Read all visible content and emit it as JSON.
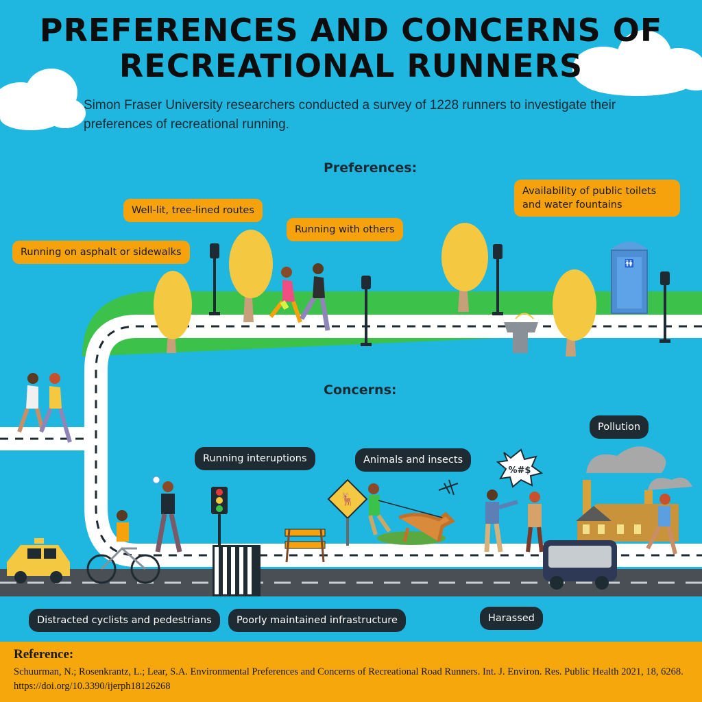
{
  "title": {
    "line1": "PREFERENCES AND CONCERNS OF",
    "line2": "RECREATIONAL RUNNERS"
  },
  "intro": "Simon Fraser University researchers conducted a survey of 1228 runners to investigate their preferences of recreational running.",
  "preferences": {
    "heading": "Preferences:",
    "items": [
      "Running on asphalt or sidewalks",
      "Well-lit, tree-lined routes",
      "Running with others",
      "Availability of public toilets and water fountains"
    ]
  },
  "concerns": {
    "heading": "Concerns:",
    "items": [
      "Pollution",
      "Running interuptions",
      "Animals and insects",
      "Distracted cyclists and pedestrians",
      "Poorly maintained infrastructure",
      "Harassed"
    ]
  },
  "swear_text": "%#$",
  "reference": {
    "heading": "Reference:",
    "text": "Schuurman, N.; Rosenkrantz, L.; Lear, S.A. Environmental Preferences and Concerns of Recreational Road Runners. Int. J. Environ. Res. Public Health 2021, 18, 6268. https://doi.org/10.3390/ijerph18126268"
  },
  "colors": {
    "sky": "#1fb6e0",
    "grass": "#3cc24a",
    "orange_pill": "#f5a20c",
    "dark_pill": "#1e2b32",
    "tree": "#f5c842",
    "trunk": "#c79f79",
    "road": "#4a4f55",
    "footer": "#f6a70c"
  },
  "icons": [
    "cloud-icon",
    "lamp-post-icon",
    "tree-icon",
    "runner-icon",
    "portable-toilet-icon",
    "water-fountain-icon",
    "traffic-light-icon",
    "crosswalk-icon",
    "barrier-icon",
    "deer-sign-icon",
    "dog-icon",
    "mosquito-icon",
    "factory-icon",
    "bus-icon",
    "taxi-icon",
    "bicycle-icon"
  ]
}
